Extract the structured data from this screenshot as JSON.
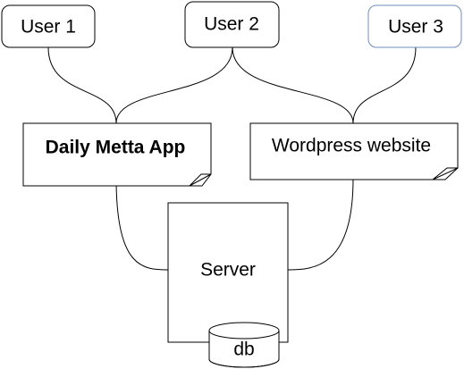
{
  "nodes": {
    "user1": {
      "label": "User 1"
    },
    "user2": {
      "label": "User 2"
    },
    "user3": {
      "label": "User 3",
      "border_color": "#6c8ebf"
    },
    "app": {
      "label": "Daily Metta App"
    },
    "website": {
      "label": "Wordpress website"
    },
    "server": {
      "label": "Server"
    },
    "db": {
      "label": "db"
    }
  },
  "edges": [
    {
      "from": "user1",
      "to": "app"
    },
    {
      "from": "user2",
      "to": "app"
    },
    {
      "from": "user2",
      "to": "website"
    },
    {
      "from": "user3",
      "to": "website"
    },
    {
      "from": "app",
      "to": "server"
    },
    {
      "from": "website",
      "to": "server"
    }
  ]
}
